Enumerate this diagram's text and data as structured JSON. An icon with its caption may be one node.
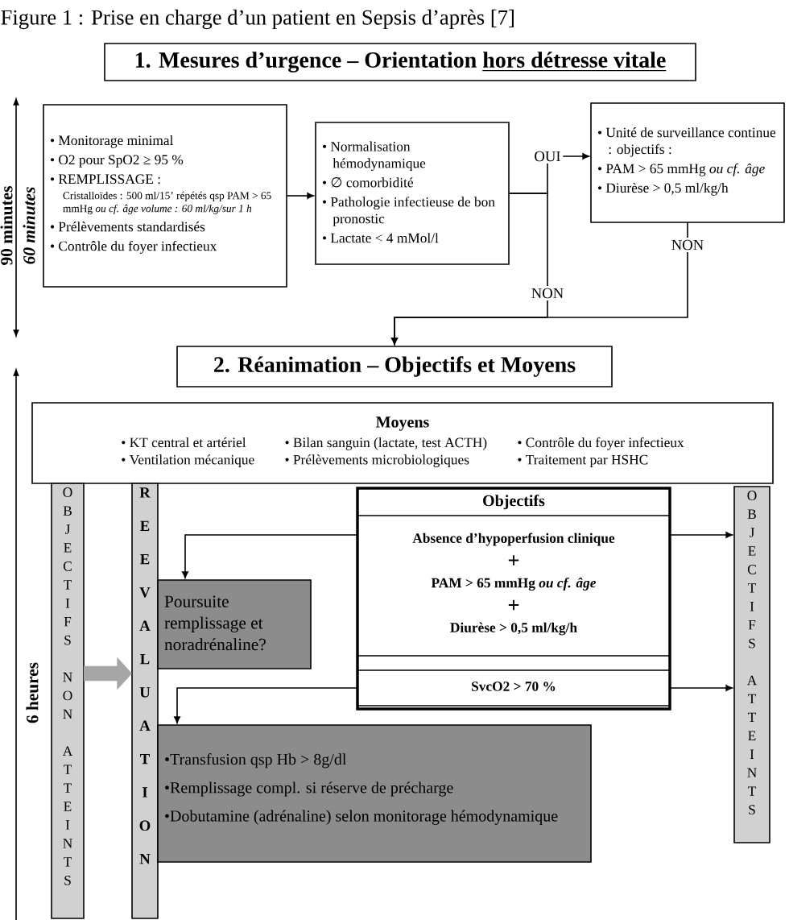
{
  "diagram": {
    "caption": "Figure 1 : Prise en charge d’un patient en Sepsis d’après [7]",
    "nodes": [
      {
        "text": [
          "1. Mesures d’urgence – Orientation",
          "hors détresse vitale"
        ]
      },
      {
        "text": [
          "• Monitorage minimal",
          "• O2 pour SpO2 ≥ 95 %",
          "• REMPLISSAGE :",
          "Cristalloïdes : 500 ml/15’ répétés qsp PAM > 65 mmHg *ou cf. âge* *volume : 60 ml/kg/sur 1 h*",
          "• Prélèvements standardisés",
          "• Contrôle du foyer infectieux"
        ]
      },
      {
        "text": [
          "• Normalisation hémodynamique",
          "• ∅ comorbidité",
          "• Pathologie infectieuse de bon pronostic",
          "• Lactate < 4 mMol/l"
        ]
      },
      {
        "text": [
          "• Unité de surveillance continue : objectifs :",
          "• PAM > 65 mmHg *ou cf. âge*",
          "• Diurèse > 0,5 ml/kg/h"
        ]
      },
      {
        "text": [
          "2. Réanimation – Objectifs et Moyens"
        ]
      },
      {
        "text": [
          "Moyens",
          "• KT central et artériel",
          "• Bilan sanguin (lactate, test ACTH)",
          "• Contrôle du foyer infectieux",
          "• Ventilation mécanique",
          "• Prélèvements microbiologiques",
          "• Traitement par HSHC"
        ]
      },
      {
        "text": [
          "OBJECTIFS NON ATTEINTS"
        ]
      },
      {
        "text": [
          "REEVALUATION"
        ]
      },
      {
        "text": [
          "Poursuite remplissage et noradrénaline?"
        ]
      },
      {
        "text": [
          "Objectifs"
        ]
      },
      {
        "text": [
          "Absence d’hypoperfusion clinique",
          "+",
          "PAM > 65 mmHg *ou cf. âge*",
          "+",
          "Diurèse > 0,5 ml/kg/h"
        ],
        "in": 9
      },
      {
        "text": [
          "SvcO2 > 70 %"
        ],
        "in": 9
      },
      {
        "text": [
          "•Transfusion qsp Hb > 8g/dl",
          "•Remplissage compl. si réserve de précharge",
          "•Dobutamine (adrénaline) selon monitorage hémodynamique"
        ]
      },
      {
        "text": [
          "OBJECTIFS ATTEINTS"
        ]
      }
    ],
    "edges": [
      {
        "from": 1,
        "to": 2,
        "arrow": "to"
      },
      {
        "from": 2,
        "to": 3,
        "arrow": "to",
        "label": "OUI"
      },
      {
        "from": 2,
        "to": 4,
        "arrow": "to",
        "label": "NON"
      },
      {
        "from": 3,
        "to": 4,
        "arrow": "to",
        "label": "NON"
      },
      {
        "from": 6,
        "to": 7,
        "arrow": "to",
        "style": "thick",
        "color": "#a6a6a6"
      },
      {
        "from": 10,
        "to": 8,
        "arrow": "to"
      },
      {
        "from": 11,
        "to": 12,
        "arrow": "to"
      },
      {
        "from": 10,
        "to": 13,
        "arrow": "to"
      },
      {
        "from": 11,
        "to": 13,
        "arrow": "to"
      }
    ],
    "labels": [
      "90 minutes",
      "60 minutes",
      "6 heures"
    ]
  }
}
